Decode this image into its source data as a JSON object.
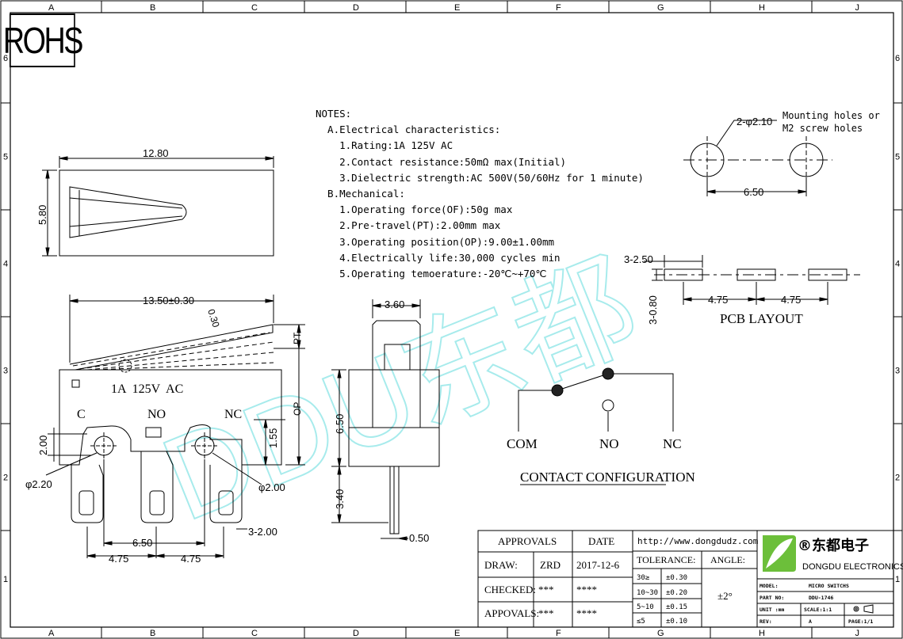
{
  "grid": {
    "columns": [
      "A",
      "B",
      "C",
      "D",
      "E",
      "F",
      "G",
      "H",
      "J"
    ],
    "rows": [
      "6",
      "5",
      "4",
      "3",
      "2",
      "1"
    ]
  },
  "rohs": "ROHS",
  "watermark": "DDU东都",
  "notes": [
    "NOTES:",
    "  A.Electrical characteristics:",
    "    1.Rating:1A 125V AC",
    "    2.Contact resistance:50mΩ max(Initial)",
    "    3.Dielectric strength:AC 500V(50/60Hz for 1 minute)",
    "  B.Mechanical:",
    "    1.Operating force(OF):50g max",
    "    2.Pre-travel(PT):2.00mm max",
    "    3.Operating position(OP):9.00±1.00mm",
    "    4.Electrically life:30,000 cycles min",
    "    5.Operating temoerature:-20℃~+70℃"
  ],
  "top_view": {
    "width_dim": "12.80",
    "height_dim": "5.80"
  },
  "side_view": {
    "length_dim": "13.50±0.30",
    "lever_dim": "0.30",
    "pt": "PT",
    "op": "OP",
    "rating": "1A  125V  AC",
    "term_c": "C",
    "term_no": "NO",
    "term_nc": "NC",
    "dim_155": "1.55",
    "dim_200_left": "2.00",
    "hole_left": "φ2.20",
    "hole_right": "φ2.00",
    "dim_3_200": "3-2.00",
    "dim_650": "6.50",
    "dim_475_a": "4.75",
    "dim_475_b": "4.75"
  },
  "end_view": {
    "width": "3.60",
    "height": "6.50",
    "pin_len": "3.40",
    "pin_w": "0.50"
  },
  "mounting": {
    "holes": "2-φ2.10",
    "note_line1": "Mounting holes or",
    "note_line2": "M2 screw holes",
    "spacing": "6.50"
  },
  "pcb": {
    "pad": "3-2.50",
    "pad_h": "3-0.80",
    "pitch1": "4.75",
    "pitch2": "4.75",
    "title": "PCB LAYOUT"
  },
  "contact": {
    "com": "COM",
    "no": "NO",
    "nc": "NC",
    "title": "CONTACT CONFIGURATION"
  },
  "title_block": {
    "approvals": "APPROVALS",
    "date": "DATE",
    "draw": "DRAW:",
    "draw_name": "ZRD",
    "draw_date": "2017-12-6",
    "checked": "CHECKED:",
    "checked_name": "***",
    "checked_date": "****",
    "appovals": "APPOVALS:",
    "appovals_name": "***",
    "appovals_date": "****",
    "website": "http://www.dongdudz.com",
    "tolerance": "TOLERANCE:",
    "angle": "ANGLE:",
    "angle_val": "±2°",
    "tol_rows": [
      [
        "30≥",
        "±0.30"
      ],
      [
        "10~30",
        "±0.20"
      ],
      [
        "5~10",
        "±0.15"
      ],
      [
        "≤5",
        "±0.10"
      ]
    ],
    "company_cn": "®东都电子",
    "company_en": "DONGDU ELECTRONICS",
    "model_label": "MODEL:",
    "model_val": "MICRO SWITCHS",
    "part_label": "PART NO:",
    "part_val": "DDU-1746",
    "unit_label": "UNIT :mm",
    "scale": "SCALE:1:1",
    "rev_label": "REV:",
    "rev_val": "A",
    "page": "PAGE:1/1"
  }
}
